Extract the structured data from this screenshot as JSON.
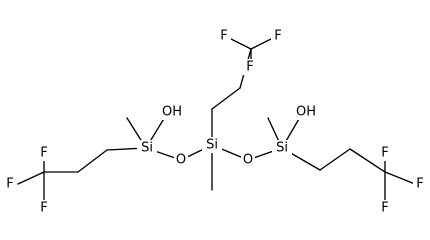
{
  "atoms": {
    "f_top_left": "F",
    "f_top_right": "F",
    "f_top_bottom": "F",
    "f_left_top": "F",
    "f_left_left": "F",
    "f_left_bottom": "F",
    "f_right_top": "F",
    "f_right_right": "F",
    "f_right_bottom": "F",
    "oh_left": "OH",
    "oh_right": "OH",
    "si_left": "Si",
    "si_center": "Si",
    "si_right": "Si",
    "o_left": "O",
    "o_right": "O"
  }
}
